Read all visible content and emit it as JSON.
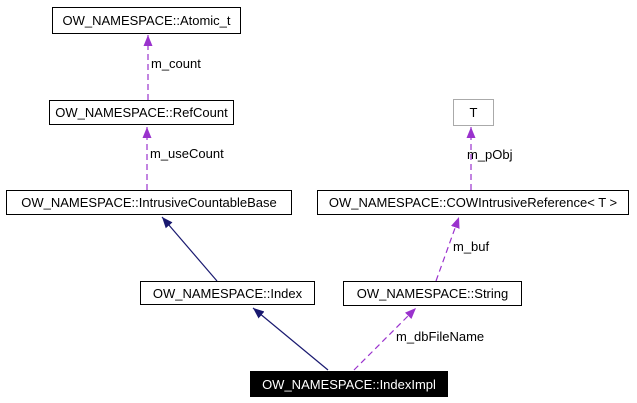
{
  "diagram": {
    "type": "uml-collaboration-graph",
    "colors": {
      "usage_edge": "#9a32cd",
      "inheritance_edge": "#191970",
      "node_border": "#000000",
      "node_bg": "#ffffff",
      "template_param_border": "#aaaaaa",
      "focus_node_bg": "#000000",
      "focus_node_text": "#ffffff",
      "background": "#ffffff",
      "label_text": "#000000"
    },
    "nodes": [
      {
        "id": "atomic-t",
        "label": "OW_NAMESPACE::Atomic_t",
        "kind": "class"
      },
      {
        "id": "refcount",
        "label": "OW_NAMESPACE::RefCount",
        "kind": "class"
      },
      {
        "id": "intrusive-countable-base",
        "label": "OW_NAMESPACE::IntrusiveCountableBase",
        "kind": "class"
      },
      {
        "id": "template-param-t",
        "label": "T",
        "kind": "template-parameter"
      },
      {
        "id": "cow-intrusive-reference",
        "label": "OW_NAMESPACE::COWIntrusiveReference< T >",
        "kind": "class"
      },
      {
        "id": "index",
        "label": "OW_NAMESPACE::Index",
        "kind": "class"
      },
      {
        "id": "string",
        "label": "OW_NAMESPACE::String",
        "kind": "class"
      },
      {
        "id": "index-impl",
        "label": "OW_NAMESPACE::IndexImpl",
        "kind": "focus-class"
      }
    ],
    "edges": [
      {
        "from": "refcount",
        "to": "atomic-t",
        "type": "usage",
        "label": "m_count"
      },
      {
        "from": "intrusive-countable-base",
        "to": "refcount",
        "type": "usage",
        "label": "m_useCount"
      },
      {
        "from": "cow-intrusive-reference",
        "to": "template-param-t",
        "type": "usage",
        "label": "m_pObj"
      },
      {
        "from": "string",
        "to": "cow-intrusive-reference",
        "type": "usage",
        "label": "m_buf"
      },
      {
        "from": "index",
        "to": "intrusive-countable-base",
        "type": "inheritance",
        "label": ""
      },
      {
        "from": "index-impl",
        "to": "index",
        "type": "inheritance",
        "label": ""
      },
      {
        "from": "index-impl",
        "to": "string",
        "type": "usage",
        "label": "m_dbFileName"
      }
    ]
  }
}
